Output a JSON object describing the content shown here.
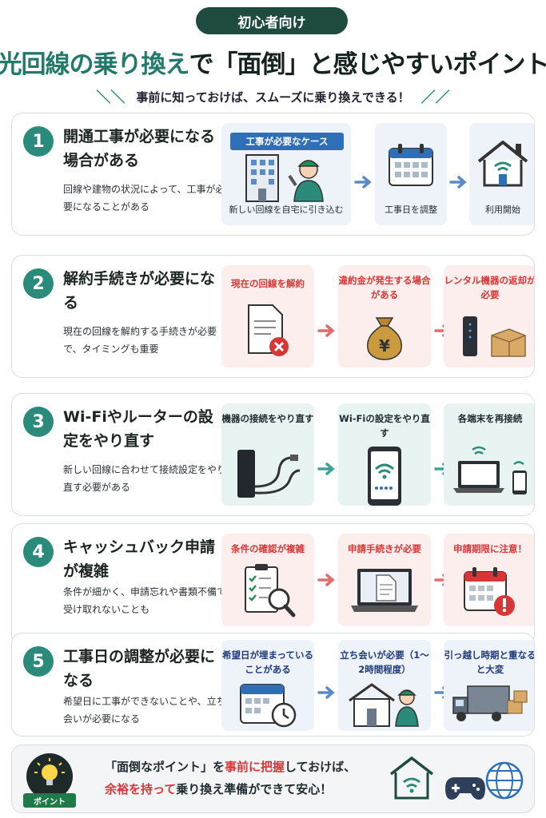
{
  "header": {
    "badge": "初心者向け",
    "title_a": "光回線の乗り換え",
    "title_b": "で「面倒」と感じやすいポイント",
    "subtitle": "事前に知っておけば、スムーズに乗り換えできる！"
  },
  "cards": [
    {
      "num": "1",
      "title": "開通工事が必要になる場合がある",
      "desc": "回線や建物の状況によって、工事が必要になることがある",
      "tag": "工事が必要なケース",
      "steps": [
        {
          "label": "",
          "bottom": "新しい回線を自宅に引き込む"
        },
        {
          "label": "",
          "bottom": "工事日を調整"
        },
        {
          "label": "",
          "bottom": "利用開始"
        }
      ]
    },
    {
      "num": "2",
      "title": "解約手続きが必要になる",
      "desc": "現在の回線を解約する手続きが必要で、タイミングも重要",
      "steps": [
        {
          "label": "現在の回線を解約"
        },
        {
          "label": "違約金が発生する場合がある"
        },
        {
          "label": "レンタル機器の返却が必要"
        }
      ]
    },
    {
      "num": "3",
      "title": "Wi-Fiやルーターの設定をやり直す",
      "desc": "新しい回線に合わせて接続設定をやり直す必要がある",
      "steps": [
        {
          "label": "機器の接続をやり直す"
        },
        {
          "label": "Wi-Fiの設定をやり直す"
        },
        {
          "label": "各端末を再接続"
        }
      ]
    },
    {
      "num": "4",
      "title": "キャッシュバック申請が複雑",
      "desc": "条件が細かく、申請忘れや書類不備で受け取れないことも",
      "steps": [
        {
          "label": "条件の確認が複雑"
        },
        {
          "label": "申請手続きが必要"
        },
        {
          "label": "申請期限に注意！"
        }
      ]
    },
    {
      "num": "5",
      "title": "工事日の調整が必要になる",
      "desc": "希望日に工事ができないことや、立ち会いが必要になる",
      "steps": [
        {
          "label": "希望日が埋まっていることがある"
        },
        {
          "label": "立ち会いが必要（1〜2時間程度）"
        },
        {
          "label": "引っ越し時期と重なると大変"
        }
      ]
    }
  ],
  "footer": {
    "tag": "ポイント",
    "l1a": "「面倒なポイント」を",
    "l1b": "事前に把握",
    "l1c": "しておけば、",
    "l2a": "余裕を持って",
    "l2b": "乗り換え準備ができて安心！"
  },
  "colors": {
    "primary": "#1e4a40",
    "accent": "#2a8b7a",
    "blue": "#2f6fb8",
    "red": "#d83636"
  }
}
